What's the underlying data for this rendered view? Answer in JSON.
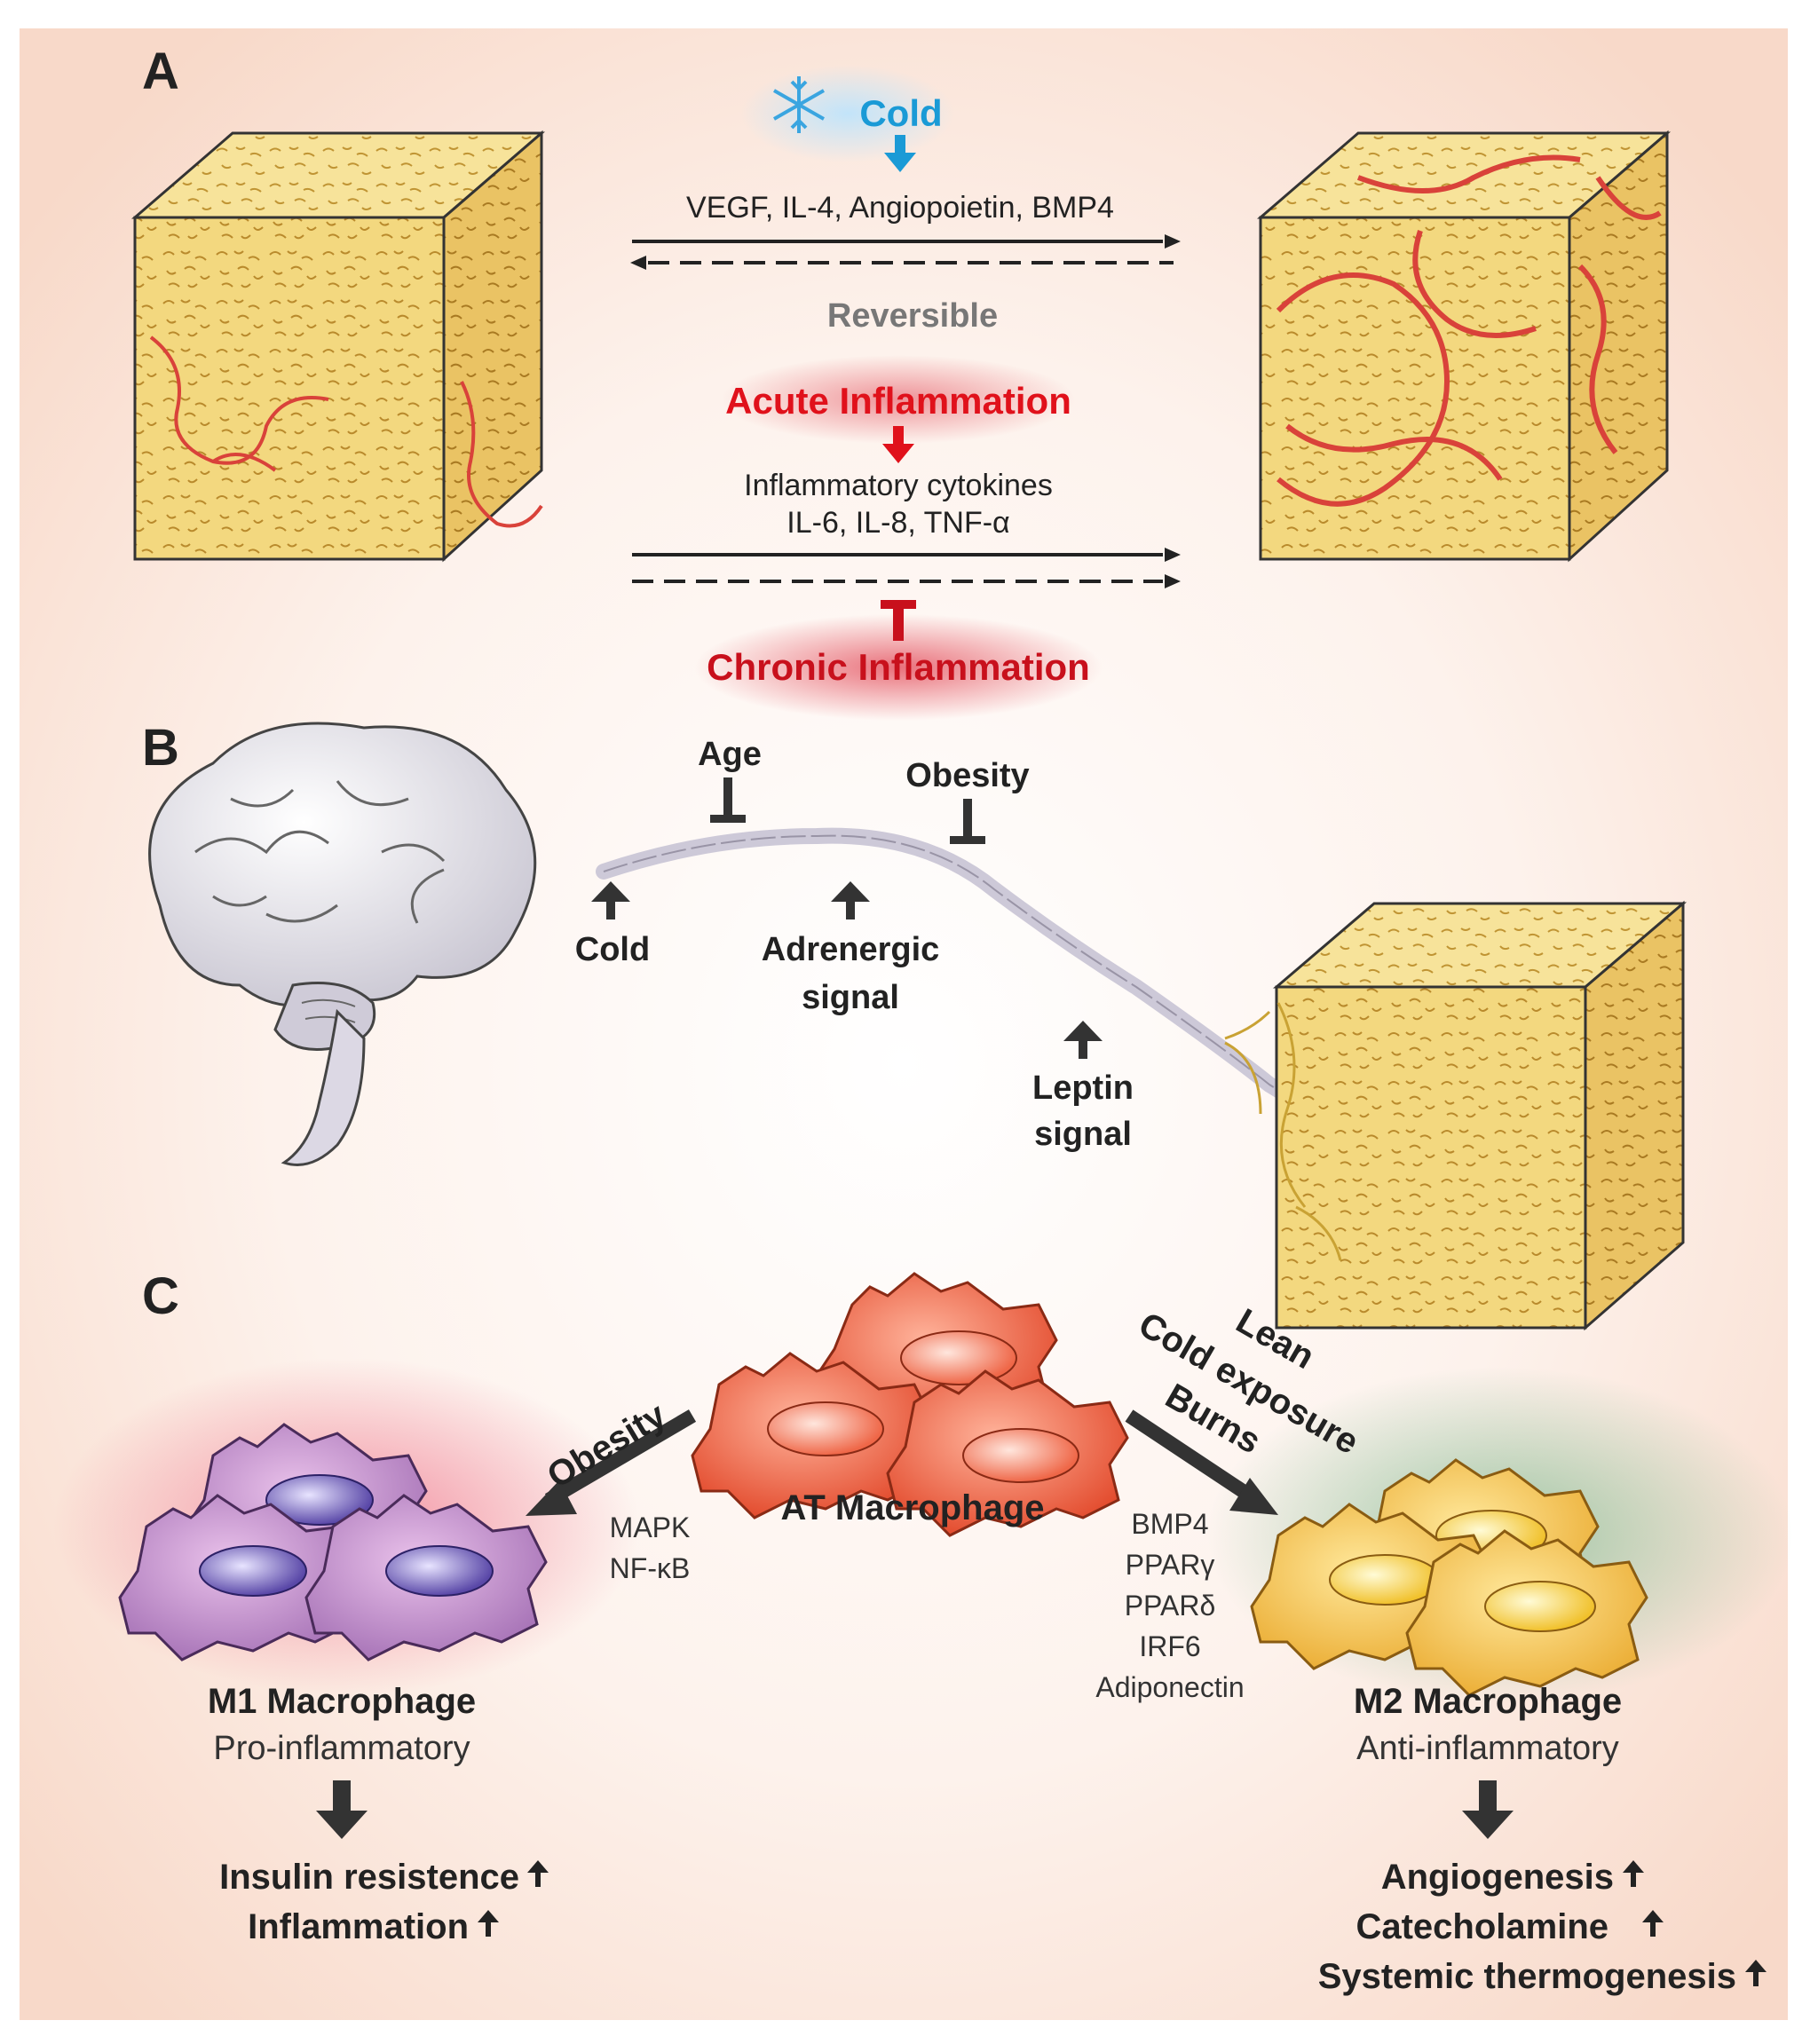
{
  "panels": {
    "a": "A",
    "b": "B",
    "c": "C"
  },
  "panel_a": {
    "cold": "Cold",
    "factors": "VEGF, IL-4, Angiopoietin, BMP4",
    "reversible": "Reversible",
    "acute": "Acute Inflammation",
    "cytokines_line1": "Inflammatory cytokines",
    "cytokines_line2": "IL-6, IL-8, TNF-α",
    "chronic": "Chronic Inflammation"
  },
  "panel_b": {
    "age": "Age",
    "obesity": "Obesity",
    "cold": "Cold",
    "adrenergic_line1": "Adrenergic",
    "adrenergic_line2": "signal",
    "leptin_line1": "Leptin",
    "leptin_line2": "signal"
  },
  "panel_c": {
    "obesity": "Obesity",
    "lean": "Lean",
    "cold_exposure": "Cold exposure",
    "burns": "Burns",
    "at_macrophage": "AT Macrophage",
    "m1_pathways": [
      "MAPK",
      "NF-κB"
    ],
    "m2_factors": [
      "BMP4",
      "PPARγ",
      "PPARδ",
      "IRF6",
      "Adiponectin"
    ],
    "m1_title": "M1 Macrophage",
    "m1_sub": "Pro-inflammatory",
    "m2_title": "M2 Macrophage",
    "m2_sub": "Anti-inflammatory",
    "m1_outcomes": [
      "Insulin resistence",
      "Inflammation"
    ],
    "m2_outcomes": [
      "Angiogenesis",
      "Catecholamine",
      "Systemic thermogenesis"
    ]
  },
  "colors": {
    "cold_blue": "#1a9ad6",
    "red": "#e0111b",
    "grey": "#777777",
    "dark": "#2b2b2b",
    "fat": "#f1d277",
    "vessel": "#d9423a"
  },
  "icons": [
    "snowflake-icon",
    "brain-icon",
    "nerve-fiber-icon",
    "fat-tissue-cube-icon",
    "macrophage-cell-icon"
  ]
}
